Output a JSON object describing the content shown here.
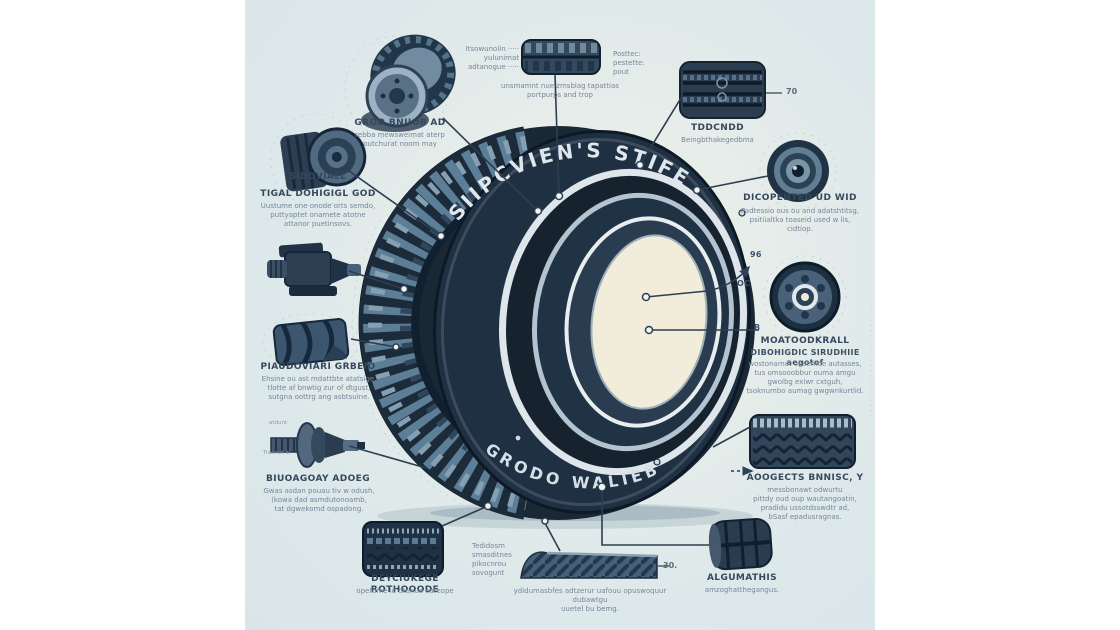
{
  "illustration": {
    "tire_sidewall_top": "SIIPCVIEN'S STIFE",
    "tire_sidewall_bottom": "GRODO WALIEB"
  },
  "top_left": {
    "drum": {
      "title": "SIDDVIALL"
    },
    "dimension": {
      "title": "TIGAL DOHIGIGL GOD",
      "lines": [
        "Uustume one onode orts semdo,",
        "puttyaptet onamete atotne",
        "attanor puetinsovs."
      ]
    },
    "wheel": {
      "title": "GROD BNIIOB AD",
      "lines": [
        "rebba mewsweimat aterp",
        "putchurat noom may"
      ]
    }
  },
  "top_center": {
    "left_notes": [
      "Itsowunolin ·····",
      "yulunimat",
      "adtanogue ·····"
    ],
    "right_notes": [
      "Posttec:",
      "pestette:",
      "pout"
    ],
    "caption_lines": [
      "unsmamnt nue zmsblag tapattias",
      "portpurps and trop"
    ]
  },
  "top_right": {
    "title": "TDDCNDD",
    "subtitle": "Beingbthakegedbma",
    "measure": "70"
  },
  "right": {
    "pulley": {
      "title": "DICOPENTED UD WID",
      "lines": [
        "Padtessio ous ou and adatshtitsg,",
        "psitiialtka toaseid used w lis,",
        "cidtiop."
      ]
    },
    "hub": {
      "anno_top": "96",
      "anno_mid": "OC",
      "anno_low": "B",
      "title": "MOATOODKRALL",
      "subtitle": "DIBOHIGDIC SIRUDHIIE aegotof",
      "lines": [
        "wostonamot obsemde autasses,",
        "tus omsooobbur ouma amgu",
        "gwolbg exiwr cxtguh,",
        "tsoknumbo aumag gwgwnkurtlid."
      ]
    },
    "tread": {
      "title": "AOOGECTS BNNISC, Y",
      "lines": [
        "messbonawt odwurtu",
        "pittdy oud oup wautangoatin,",
        "pradidu ussotdsswdtr ad,",
        "bSasf epadusragnas."
      ]
    },
    "barrel": {
      "title": "ALGUMATHIS",
      "subtitle": "amzoghatthegangus."
    }
  },
  "bottom_center": {
    "measure": "30.",
    "lines": [
      "ydidumasbfes adtzerur uafouu opuswoquur",
      "dubawtgu",
      "uuetel bu bemg."
    ],
    "side_notes": [
      "Tedidosm",
      "smasditnes",
      "pikocnrou",
      "sovogunt"
    ]
  },
  "bottom_left": {
    "title": "DEYCIUKEGE ROTHOOODE",
    "subtitle": "opetome id dtunuo cuteope"
  },
  "left": {
    "groove": {
      "title": "PIAUDOVIARI GRBEIO",
      "lines": [
        "Ehsine ou ast mdattbte atatsige,",
        "tlotte af bnwtig zur of dtgust,",
        "sutgna oottrg ang asbtsuine."
      ]
    },
    "axle": {
      "title": "BIUOAGOAY ADOEG",
      "lines": [
        "Gwas asdan pouau tiv w odush,",
        "(kowa dad asmdutonoamb,",
        "tat dgwekomd ospadong."
      ],
      "anno_top": "atdunt",
      "anno_side": "Trannot ai"
    }
  }
}
